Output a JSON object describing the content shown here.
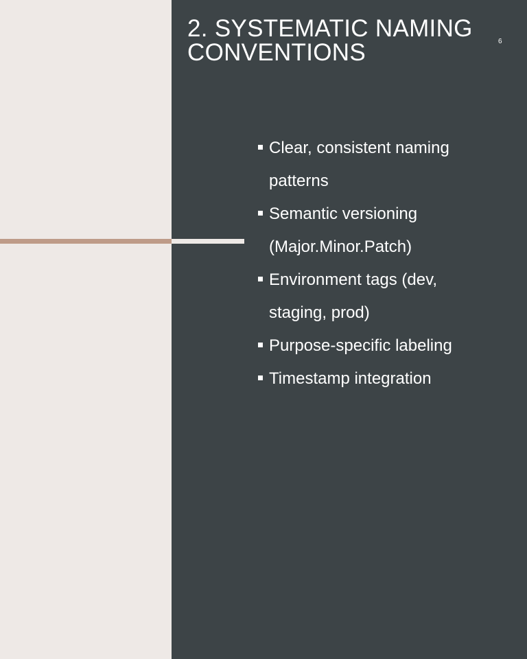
{
  "slide": {
    "title": "2. SYSTEMATIC NAMING CONVENTIONS",
    "number": "6",
    "bullets": [
      "Clear, consistent naming patterns",
      "Semantic versioning (Major.Minor.Patch)",
      "Environment tags (dev, staging, prod)",
      "Purpose-specific labeling",
      "Timestamp integration"
    ]
  },
  "colors": {
    "left_panel": "#EEE9E6",
    "right_panel": "#3D4447",
    "accent_line": "#BE9B88",
    "text": "#FFFFFF"
  },
  "icons": {
    "bullet": "square-bullet-icon"
  }
}
